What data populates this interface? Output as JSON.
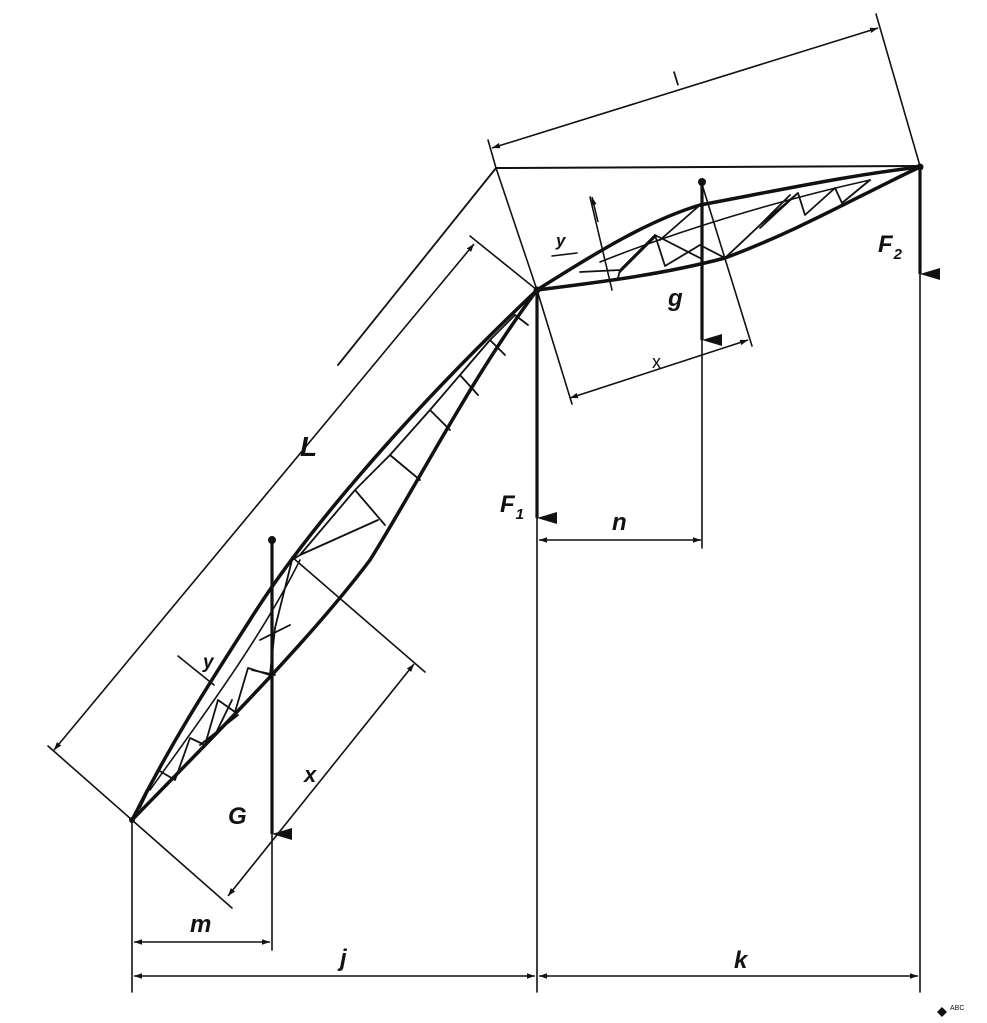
{
  "labels": {
    "l": "l",
    "L": "L",
    "F": "F",
    "sub1": "1",
    "sub2": "2",
    "g": "g",
    "G": "G",
    "x_upper": "x",
    "y_upper": "y",
    "x_lower": "x",
    "y_lower": "y",
    "n": "n",
    "m": "m",
    "j": "j",
    "k": "k"
  },
  "watermark": "ABC",
  "colors": {
    "ink": "#111111",
    "background": "#ffffff"
  }
}
